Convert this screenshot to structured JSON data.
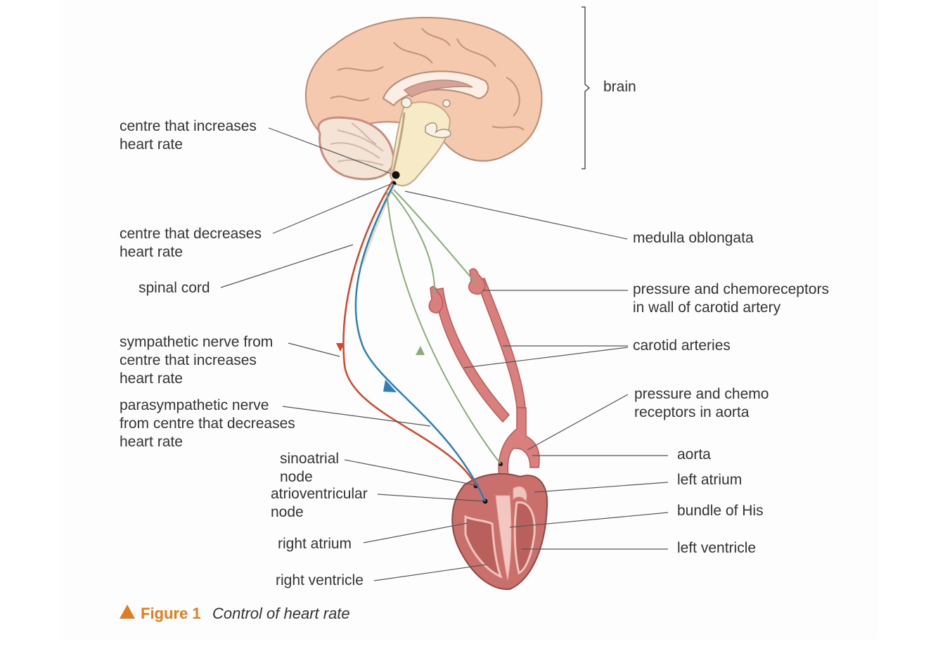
{
  "labels": {
    "brain": "brain",
    "centre_increase": [
      "centre that increases",
      "heart rate"
    ],
    "centre_decrease": [
      "centre that decreases",
      "heart rate"
    ],
    "spinal_cord": "spinal cord",
    "medulla": "medulla oblongata",
    "carotid_receptors": [
      "pressure and chemoreceptors",
      "in wall of carotid artery"
    ],
    "carotid_arteries": "carotid arteries",
    "sympathetic": [
      "sympathetic nerve from",
      "centre that increases",
      "heart rate"
    ],
    "parasympathetic": [
      "parasympathetic nerve",
      "from centre that decreases",
      "heart rate"
    ],
    "aortic_receptors": [
      "pressure and chemo",
      "receptors in aorta"
    ],
    "sinoatrial": [
      "sinoatrial",
      "node"
    ],
    "aorta": "aorta",
    "atrioventricular": [
      "atrioventricular",
      "node"
    ],
    "left_atrium": "left atrium",
    "bundle_his": "bundle of His",
    "right_atrium": "right atrium",
    "left_ventricle": "left ventricle",
    "right_ventricle": "right ventricle"
  },
  "caption": {
    "number": "Figure 1",
    "title": "Control of heart rate"
  },
  "colors": {
    "sympathetic_nerve": "#d6452a",
    "parasympathetic_nerve": "#2f7fb6",
    "sensory_nerve": "#8aab7a",
    "artery": "#d9807e",
    "brain_tissue": "#f4c9ad",
    "heart_tissue": "#c9706c",
    "accent": "#e37b21"
  }
}
